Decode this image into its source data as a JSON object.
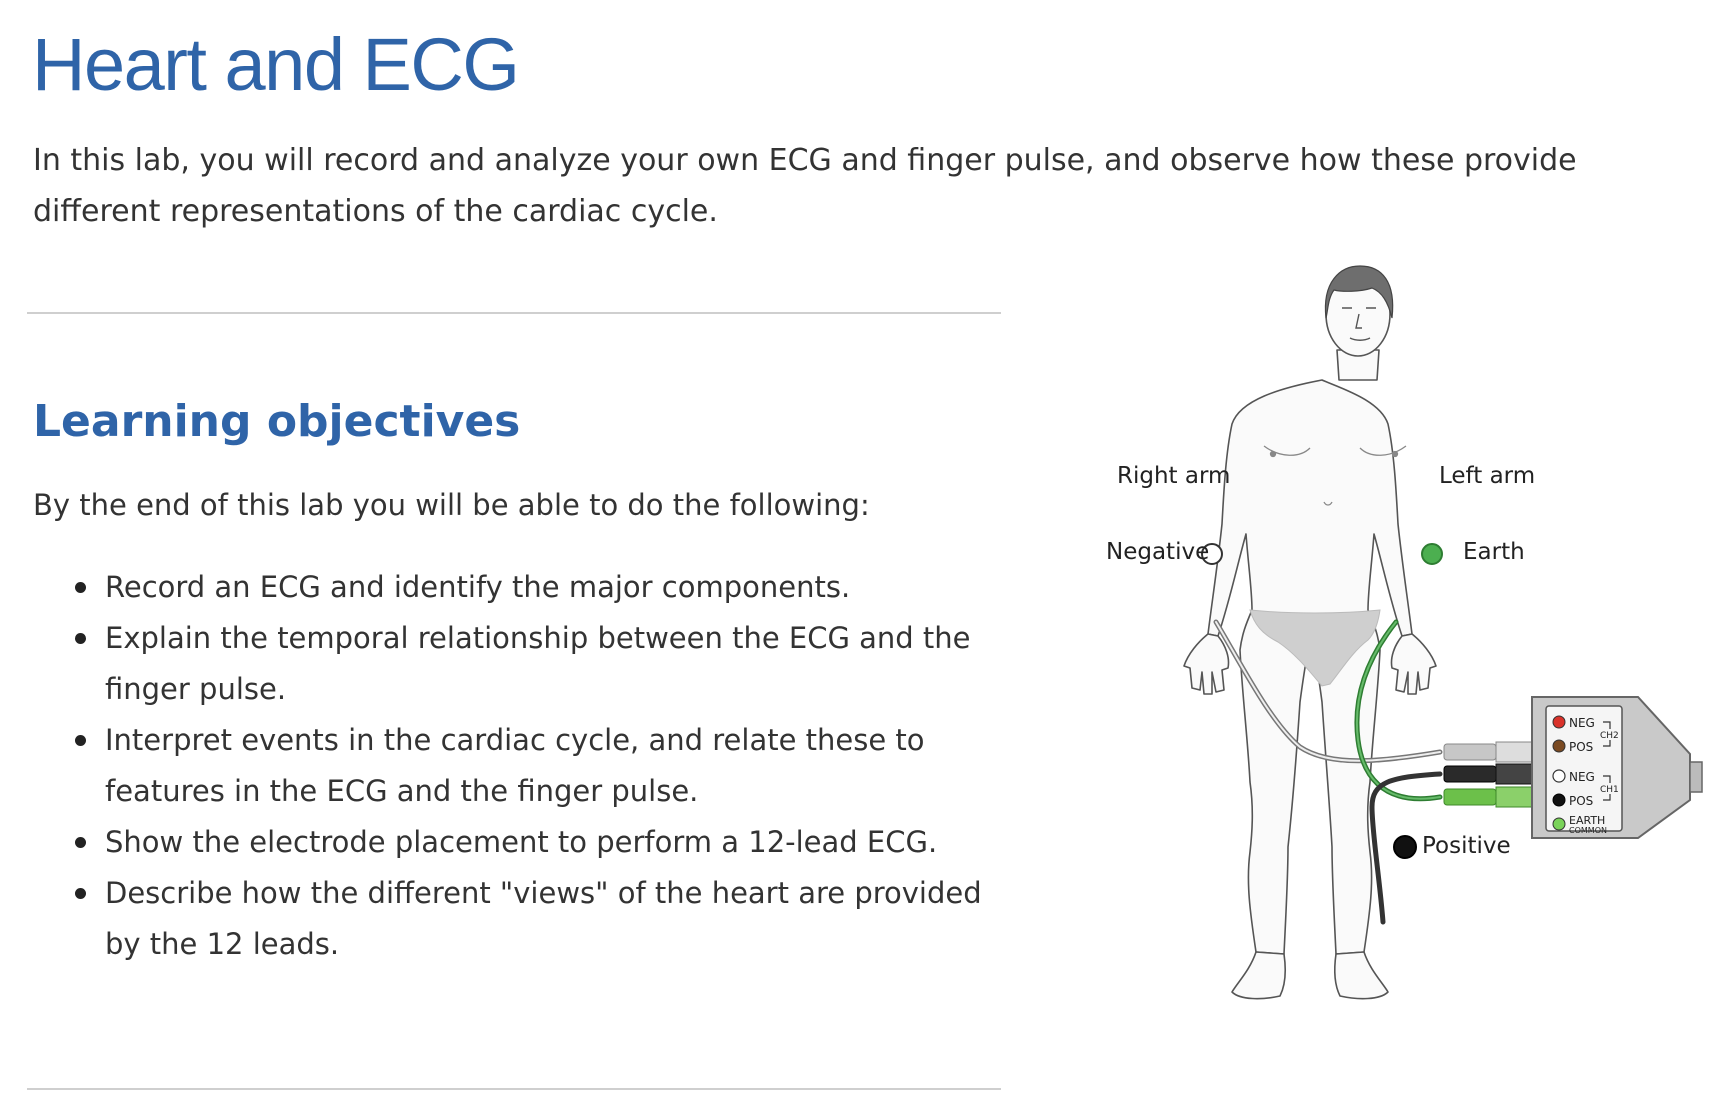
{
  "page": {
    "title": "Heart and ECG",
    "intro": "In this lab, you will record and analyze your own ECG and finger pulse, and observe how these provide different representations of the cardiac cycle."
  },
  "objectives": {
    "heading": "Learning objectives",
    "lead": "By the end of this lab you will be able to do the following:",
    "items": [
      "Record an ECG and identify the major components.",
      "Explain the temporal relationship between the ECG and the finger pulse.",
      "Interpret events in the cardiac cycle, and relate these to features in the ECG and the finger pulse.",
      "Show the electrode placement to perform a 12-lead ECG.",
      "Describe how the different \"views\" of the heart are provided by the 12 leads."
    ]
  },
  "figure": {
    "labels": {
      "right_arm": "Right arm",
      "left_arm": "Left arm",
      "negative": "Negative",
      "earth": "Earth",
      "positive": "Positive"
    },
    "device": {
      "neg": "NEG",
      "pos": "POS",
      "ch2": "CH2",
      "ch1": "CH1",
      "earth": "EARTH",
      "common": "COMMON"
    },
    "colors": {
      "heading": "#2f64a8",
      "negative_electrode": "#ffffff",
      "earth_electrode": "#4caf50",
      "positive_electrode": "#111111",
      "ch2_neg": "#d9322a",
      "ch2_pos": "#7a4a22",
      "earth_port": "#7ad35a"
    }
  }
}
